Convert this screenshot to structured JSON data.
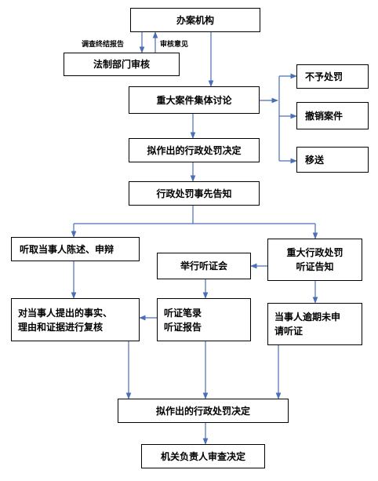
{
  "nodes": {
    "handling_dept": "办案机构",
    "legal_review": "法制部门审核",
    "collective_discussion": "重大案件集体讨论",
    "no_penalty": "不予处罚",
    "cancel_case": "撤销案件",
    "transfer": "移送",
    "draft_decision_1": "拟作出的行政处罚决定",
    "prior_notice": "行政处罚事先告知",
    "hear_statement": "听取当事人陈述、申辩",
    "hearing_notice": [
      "重大行政处罚",
      "听证告知"
    ],
    "hold_hearing": "举行听证会",
    "review_facts": [
      "对当事人提出的事实、",
      "理由和证据进行复核"
    ],
    "hearing_records": [
      "听证笔录",
      "听证报告"
    ],
    "overdue_no_request": [
      "当事人逾期未申",
      "请听证"
    ],
    "draft_decision_2": "拟作出的行政处罚决定",
    "head_review": "机关负责人审查决定"
  },
  "edge_labels": {
    "investigation_report": "调查终结报告",
    "review_opinion": "审核意见"
  }
}
